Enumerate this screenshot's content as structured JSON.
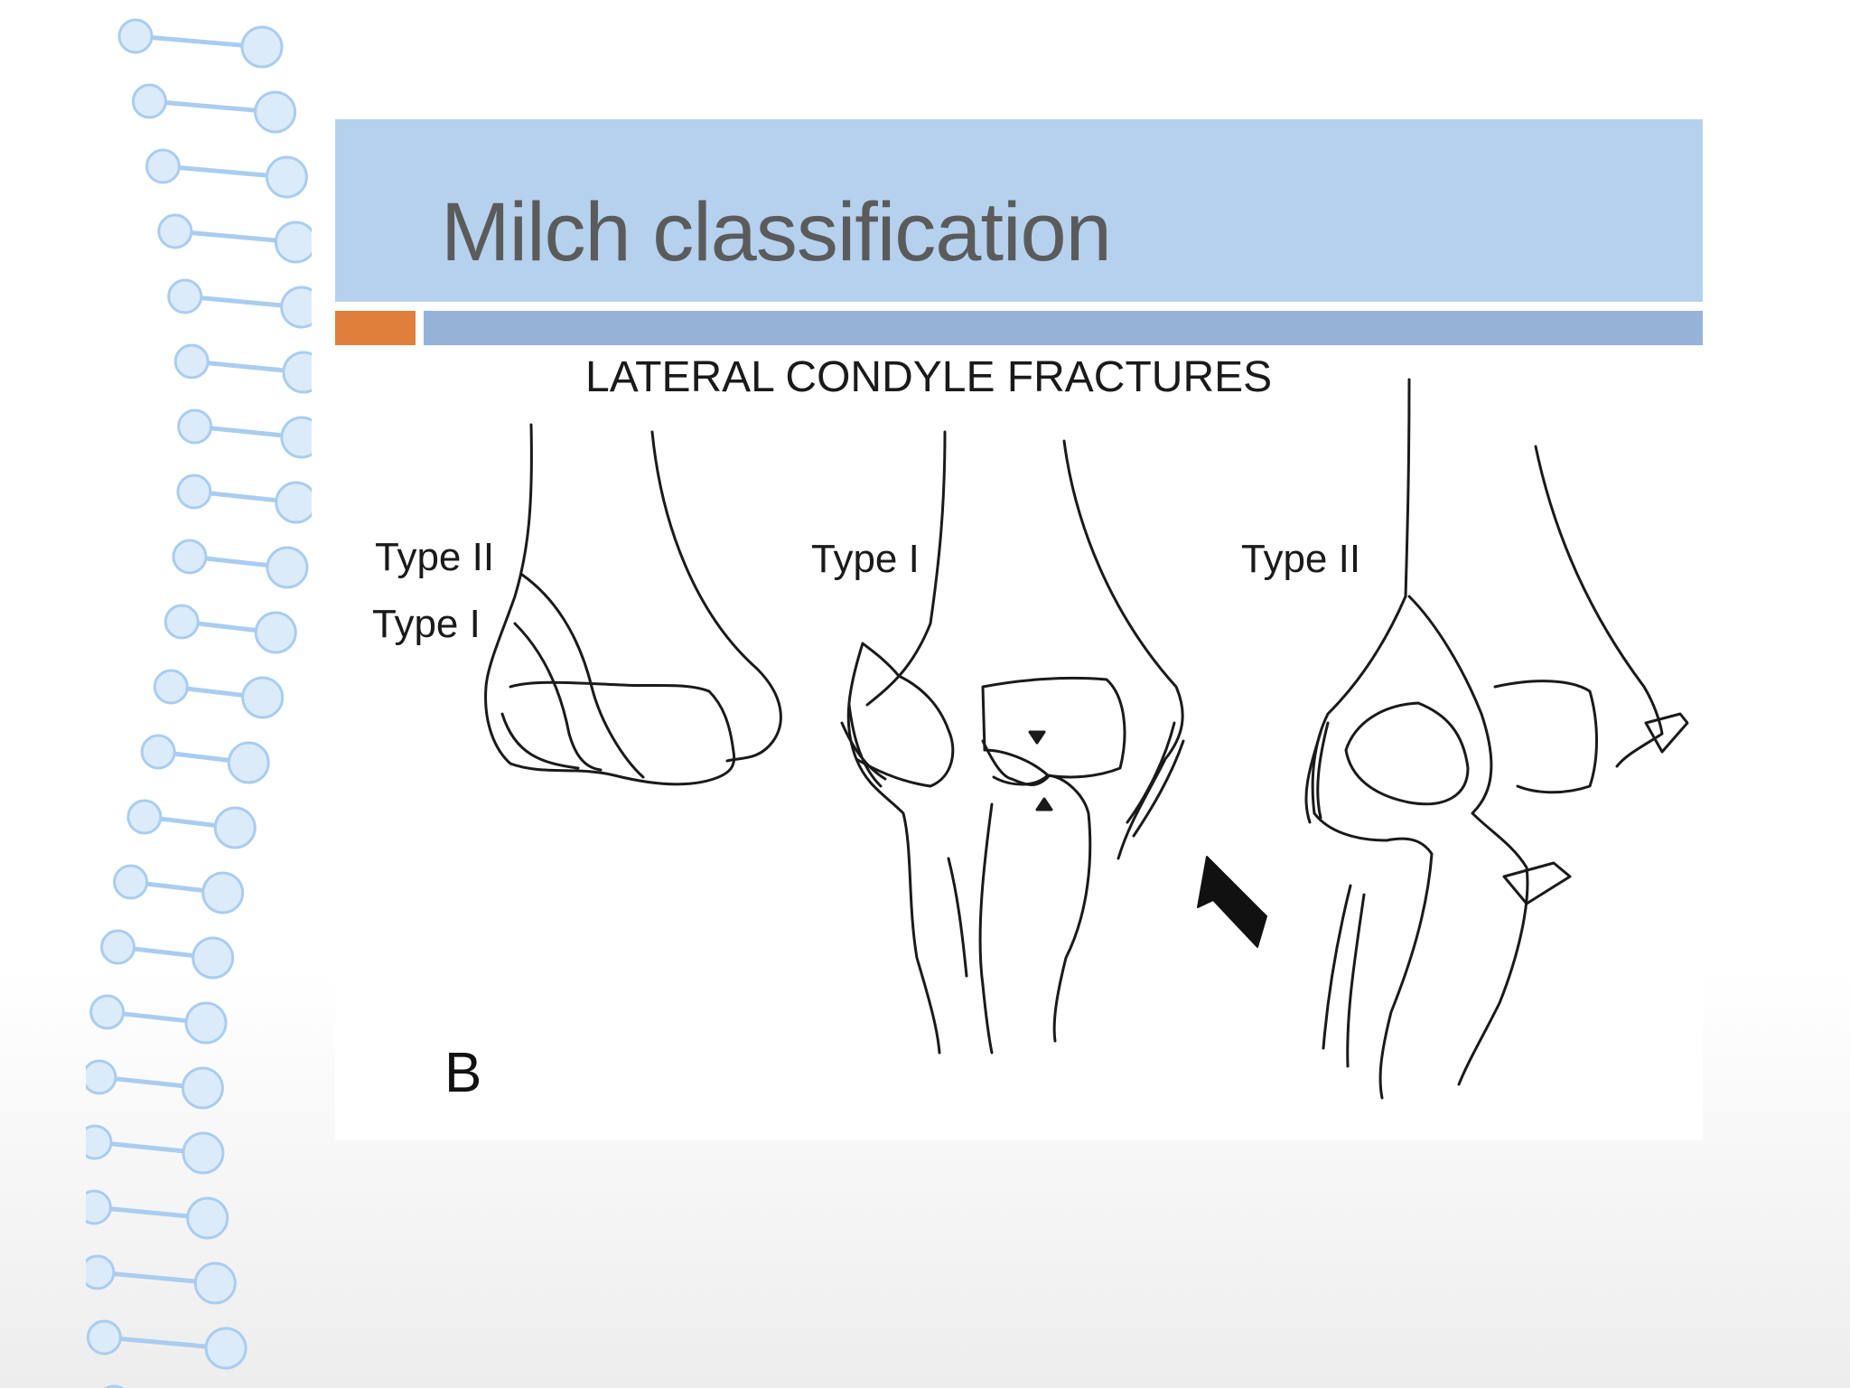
{
  "slide": {
    "title": "Milch classification",
    "colors": {
      "title_band": "#b6d1ee",
      "title_text": "#5b5b5b",
      "accent_orange": "#e07f3c",
      "accent_blue": "#94b3d6",
      "dna_strand": "#a9cdf0"
    }
  },
  "figure": {
    "heading": "LATERAL CONDYLE FRACTURES",
    "panel_letter": "B",
    "labels": {
      "left_upper": "Type II",
      "left_lower": "Type I",
      "middle": "Type I",
      "right": "Type II"
    },
    "icons": [
      "dna-helix-decoration",
      "arrow-icon"
    ]
  }
}
